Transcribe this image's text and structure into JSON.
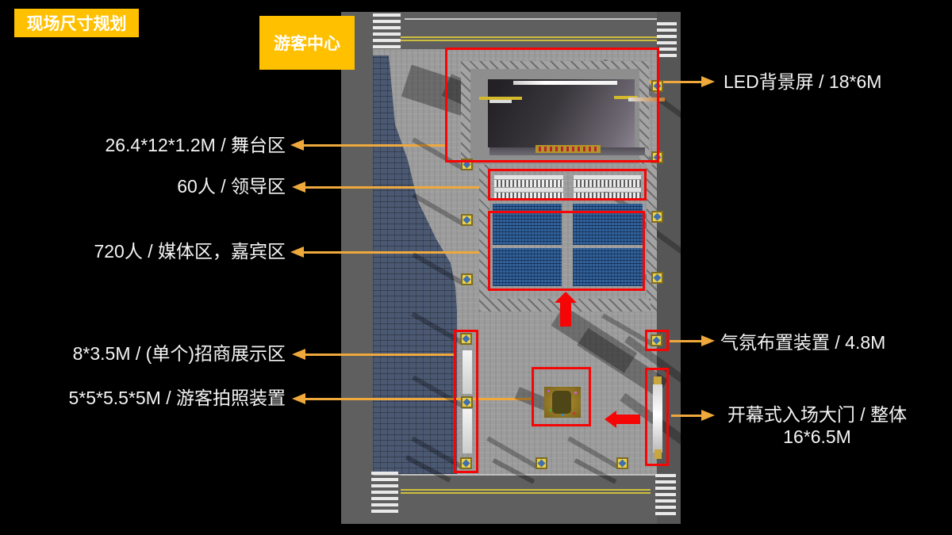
{
  "slide": {
    "title": "现场尺寸规划",
    "map_badge": "游客中心"
  },
  "callouts": {
    "stage": "26.4*12*1.2M / 舞台区",
    "leaders": "60人 / 领导区",
    "media": "720人 / 媒体区，嘉宾区",
    "exhibition": "8*3.5M / (单个)招商展示区",
    "photo": "5*5*5.5*5M / 游客拍照装置",
    "led": "LED背景屏 / 18*6M",
    "atmosphere": "气氛布置装置 / 4.8M",
    "gate": {
      "line1": "开幕式入场大门 / 整体",
      "line2": "16*6.5M"
    }
  },
  "colors": {
    "badge_yellow": "#FFC000",
    "connector_yellow": "#EEA83C",
    "highlight_red": "#F50505",
    "water_blue": "#4B5871",
    "seat_blue": "#31629C"
  }
}
